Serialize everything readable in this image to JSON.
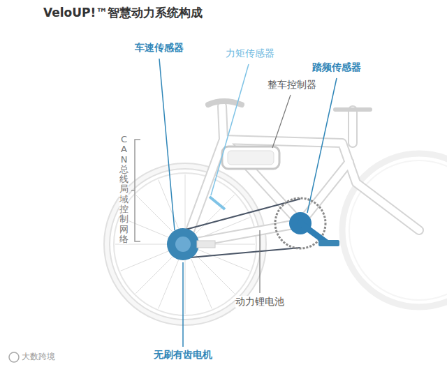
{
  "diagram": {
    "title": "VeloUP!™智慧动力系统构成",
    "labels": [
      "车速传感器",
      "力矩传感器",
      "踏频传感器",
      "整车控制器",
      "CAN总线局域控制网络",
      "动力锂电池",
      "无刷有齿电机",
      "大数跨境"
    ]
  }
}
